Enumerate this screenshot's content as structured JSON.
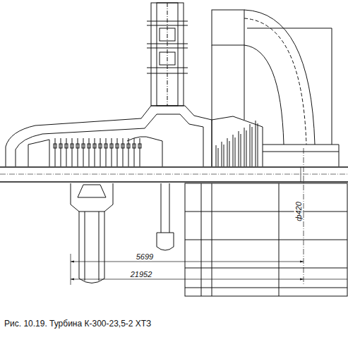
{
  "diagram": {
    "caption": "Рис. 10.19. Турбина К-300-23,5-2 ХТЗ",
    "labels": [
      "ф420",
      "5699",
      "21952"
    ]
  }
}
